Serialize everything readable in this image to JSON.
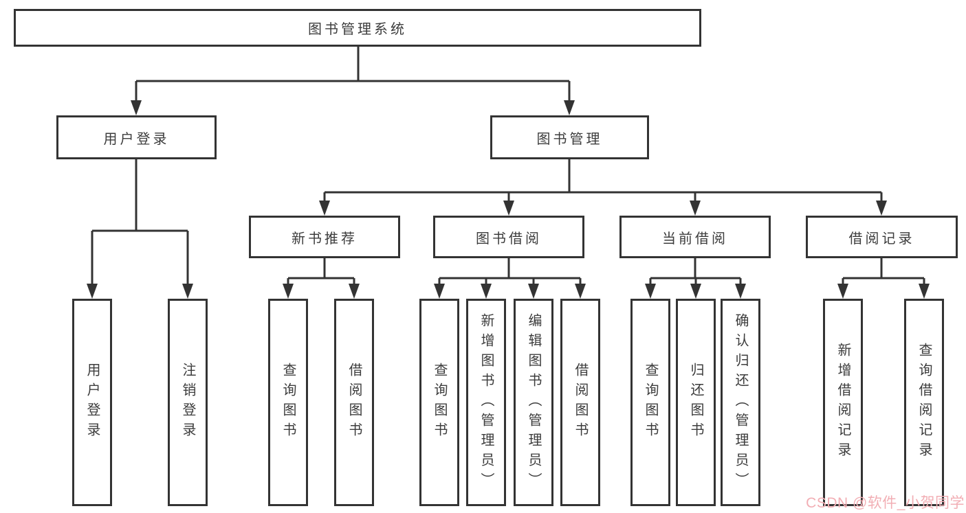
{
  "tree": {
    "label": "图书管理系统",
    "children": [
      {
        "label": "用户登录",
        "children": [
          {
            "label": "用户登录"
          },
          {
            "label": "注销登录"
          }
        ]
      },
      {
        "label": "图书管理",
        "children": [
          {
            "label": "新书推荐",
            "children": [
              {
                "label": "查询图书"
              },
              {
                "label": "借阅图书"
              }
            ]
          },
          {
            "label": "图书借阅",
            "children": [
              {
                "label": "查询图书"
              },
              {
                "label": "新增图书（管理员）"
              },
              {
                "label": "编辑图书（管理员）"
              },
              {
                "label": "借阅图书"
              }
            ]
          },
          {
            "label": "当前借阅",
            "children": [
              {
                "label": "查询图书"
              },
              {
                "label": "归还图书"
              },
              {
                "label": "确认归还（管理员）"
              }
            ]
          },
          {
            "label": "借阅记录",
            "children": [
              {
                "label": "新增借阅记录"
              },
              {
                "label": "查询借阅记录"
              }
            ]
          }
        ]
      }
    ]
  },
  "watermark": {
    "text": "CSDN @软件_小贺同学"
  },
  "colors": {
    "line": "#333333",
    "text": "#3c3c3c",
    "background": "#ffffff",
    "watermark": "#f2aeb4"
  }
}
